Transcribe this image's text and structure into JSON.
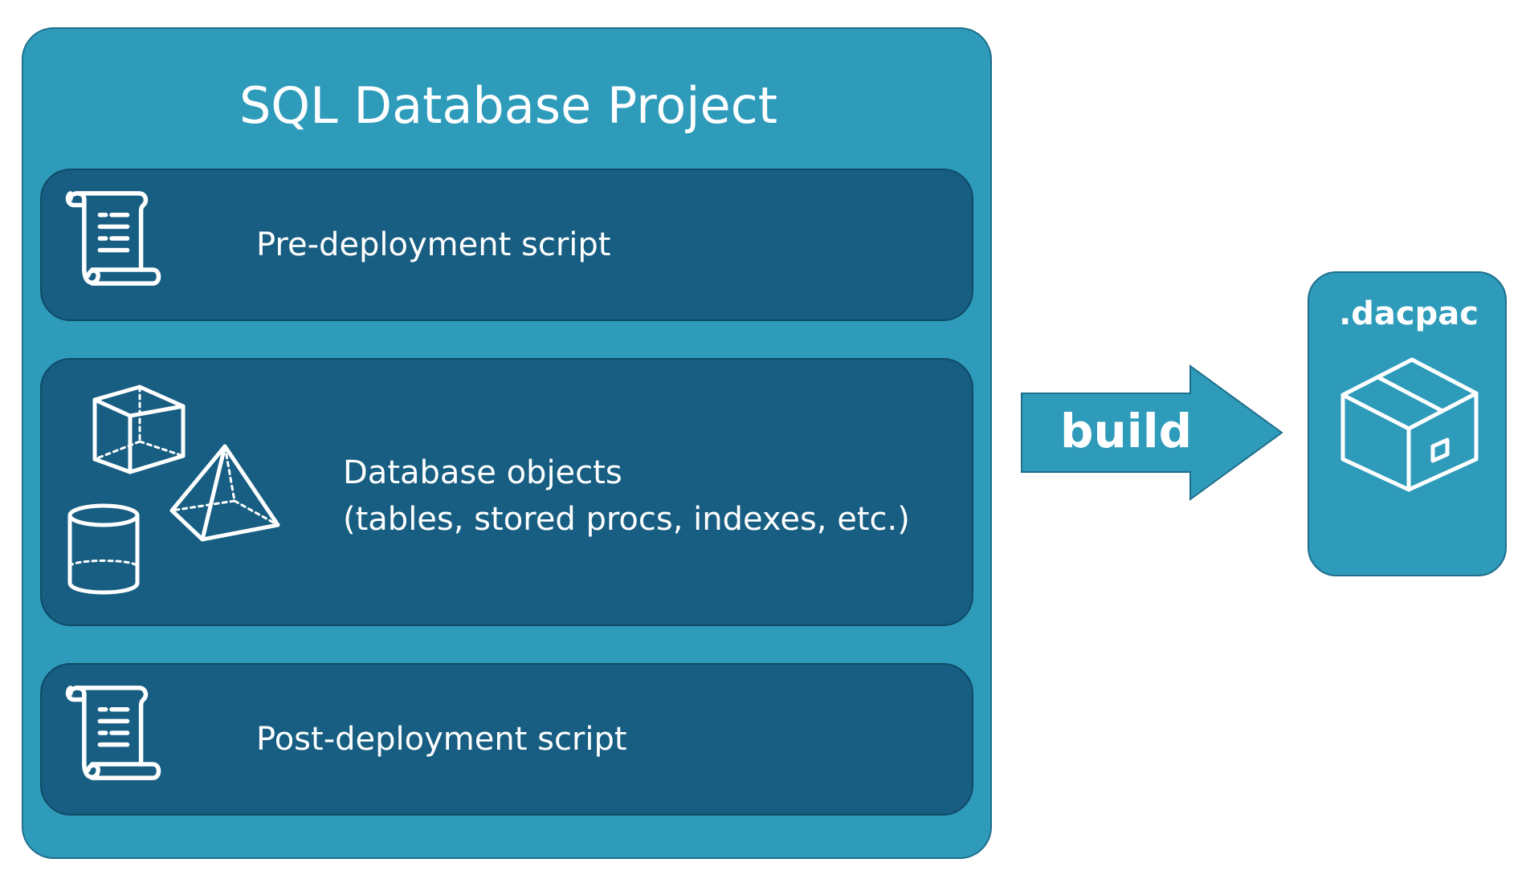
{
  "project": {
    "title": "SQL Database Project",
    "sections": [
      {
        "label": "Pre-deployment script",
        "icon": "script-scroll-icon"
      },
      {
        "label_line1": "Database objects",
        "label_line2": "(tables, stored procs, indexes, etc.)",
        "icons": [
          "cube-icon",
          "pyramid-icon",
          "cylinder-icon"
        ]
      },
      {
        "label": "Post-deployment script",
        "icon": "script-scroll-icon"
      }
    ]
  },
  "arrow": {
    "label": "build"
  },
  "output": {
    "label": ".dacpac",
    "icon": "package-box-icon"
  },
  "colors": {
    "outer_fill": "#2e9bbb",
    "inner_fill": "#175e82",
    "text": "#ffffff",
    "border": "#1f6f8b"
  }
}
